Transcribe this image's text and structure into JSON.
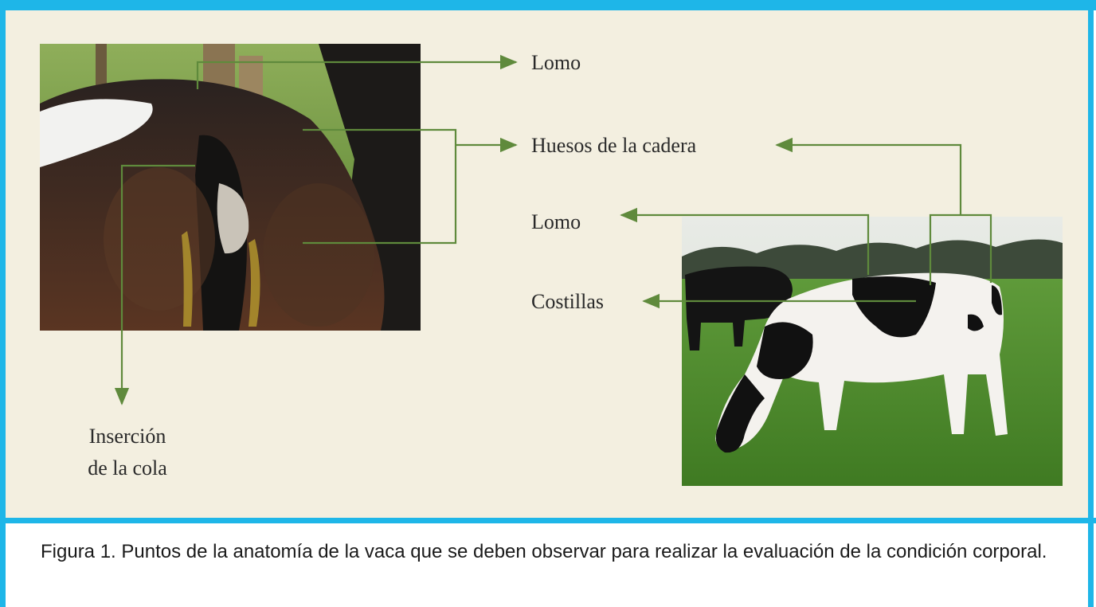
{
  "labels": {
    "lomo_top": "Lomo",
    "huesos_cadera": "Huesos de la cadera",
    "lomo_right": "Lomo",
    "costillas": "Costillas",
    "insercion_line1": "Inserción",
    "insercion_line2": "de la cola"
  },
  "caption": "Figura 1. Puntos de la anatomía de la vaca que se deben observar para realizar la evaluación de la condición corporal.",
  "colors": {
    "border": "#1eb6e8",
    "panel_background": "#f3efe0",
    "arrow": "#5f8a3c"
  }
}
